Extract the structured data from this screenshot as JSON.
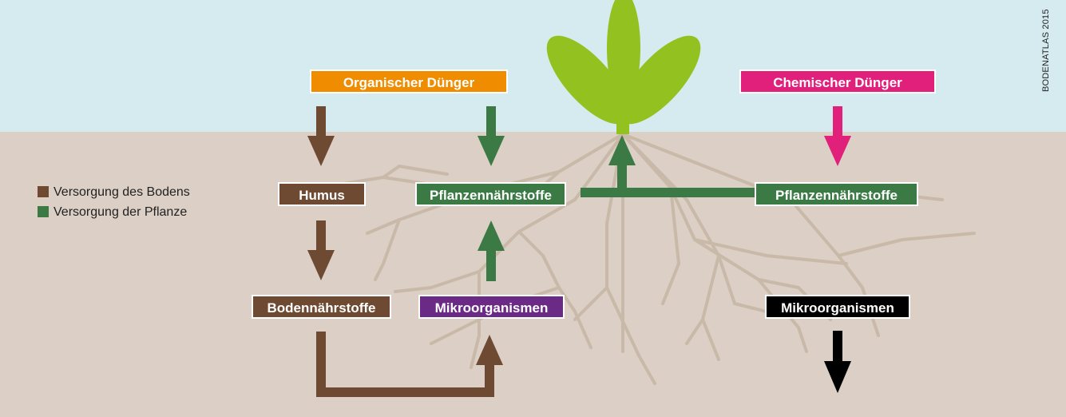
{
  "colors": {
    "sky": "#d6ebef",
    "soil": "#dbcfc6",
    "root": "#c9b9a8",
    "soil_supply": "#6e4a32",
    "plant_supply": "#3b7a44",
    "organic": "#f08c00",
    "chemical": "#e0207a",
    "microorganisms_violet": "#6a2a86",
    "microorganisms_black": "#000000",
    "leaf": "#93c11f"
  },
  "boxes": {
    "organic_fertilizer": "Organischer Dünger",
    "chemical_fertilizer": "Chemischer Dünger",
    "humus": "Humus",
    "plant_nutrients_left": "Pflanzennährstoffe",
    "plant_nutrients_right": "Pflanzennährstoffe",
    "soil_nutrients": "Bodennährstoffe",
    "microorganisms_left": "Mikroorganismen",
    "microorganisms_right": "Mikroorganismen"
  },
  "legend": {
    "soil_supply": "Versorgung des Bodens",
    "plant_supply": "Versorgung der Pflanze"
  },
  "credit": "BODENATLAS 2015"
}
